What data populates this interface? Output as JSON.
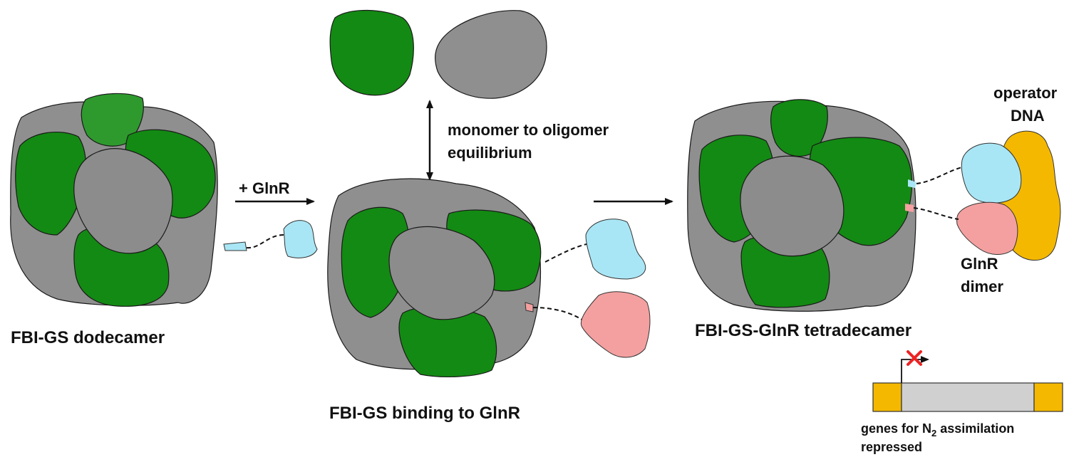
{
  "labels": {
    "add_glnr": "+ GlnR",
    "equilibrium_line1": "monomer to oligomer",
    "equilibrium_line2": "equilibrium",
    "dodecamer": "FBI-GS dodecamer",
    "binding": "FBI-GS binding to GlnR",
    "tetradecamer": "FBI-GS-GlnR tetradecamer",
    "operator_line1": "operator",
    "operator_line2": "DNA",
    "dimer_line1": "GlnR",
    "dimer_line2": "dimer",
    "genes_line1_a": "genes for N",
    "genes_line1_sub": "2",
    "genes_line1_b": " assimilation",
    "genes_line2": "repressed"
  },
  "colors": {
    "gs_green": "#138a13",
    "gs_gray": "#8f8f8f",
    "glnr_cyan": "#a9e6f5",
    "glnr_red": "#f4a0a0",
    "dna_yellow": "#f5b800",
    "repression_mark": "#e22222"
  },
  "icons": {
    "repression": "red-x-icon",
    "promoter": "bent-arrow-icon"
  }
}
